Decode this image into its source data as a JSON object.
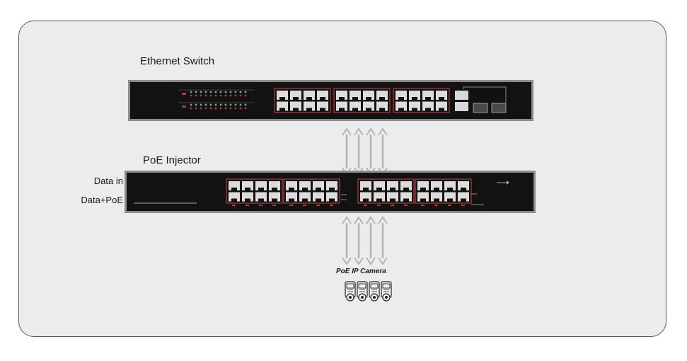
{
  "switch": {
    "title": "Ethernet Switch"
  },
  "injector": {
    "title": "PoE  Injector",
    "data_in_label": "Data  in",
    "data_poe_label": "Data+PoE"
  },
  "camera": {
    "label": "PoE IP Camera"
  },
  "colors": {
    "device_body": "#121212",
    "device_frame": "#8c8c8c",
    "port_highlight": "#b23a3a",
    "arrow": "#b4b4b4",
    "panel_bg": "#ececec"
  }
}
